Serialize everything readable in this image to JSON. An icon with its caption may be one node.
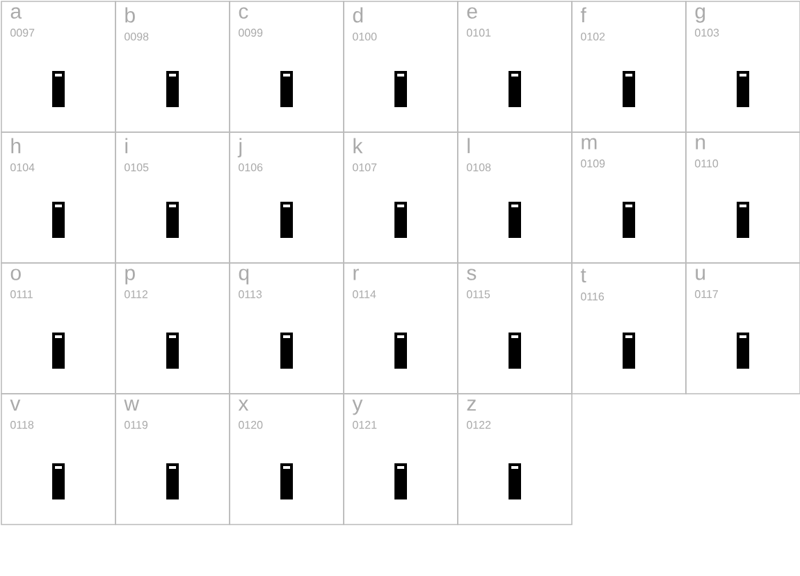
{
  "diagram": {
    "nodes": [
      {
        "text": [
          "a",
          "0097"
        ]
      },
      {
        "text": [
          "b",
          "0098"
        ]
      },
      {
        "text": [
          "c",
          "0099"
        ]
      },
      {
        "text": [
          "d",
          "0100"
        ]
      },
      {
        "text": [
          "e",
          "0101"
        ]
      },
      {
        "text": [
          "f",
          "0102"
        ]
      },
      {
        "text": [
          "g",
          "0103"
        ]
      },
      {
        "text": [
          "h",
          "0104"
        ]
      },
      {
        "text": [
          "i",
          "0105"
        ]
      },
      {
        "text": [
          "j",
          "0106"
        ]
      },
      {
        "text": [
          "k",
          "0107"
        ]
      },
      {
        "text": [
          "l",
          "0108"
        ]
      },
      {
        "text": [
          "m",
          "0109"
        ]
      },
      {
        "text": [
          "n",
          "0110"
        ]
      },
      {
        "text": [
          "o",
          "0111"
        ]
      },
      {
        "text": [
          "p",
          "0112"
        ]
      },
      {
        "text": [
          "q",
          "0113"
        ]
      },
      {
        "text": [
          "r",
          "0114"
        ]
      },
      {
        "text": [
          "s",
          "0115"
        ]
      },
      {
        "text": [
          "t",
          "0116"
        ]
      },
      {
        "text": [
          "u",
          "0117"
        ]
      },
      {
        "text": [
          "v",
          "0118"
        ]
      },
      {
        "text": [
          "w",
          "0119"
        ]
      },
      {
        "text": [
          "x",
          "0120"
        ]
      },
      {
        "text": [
          "y",
          "0121"
        ]
      },
      {
        "text": [
          "z",
          "0122"
        ]
      }
    ]
  }
}
